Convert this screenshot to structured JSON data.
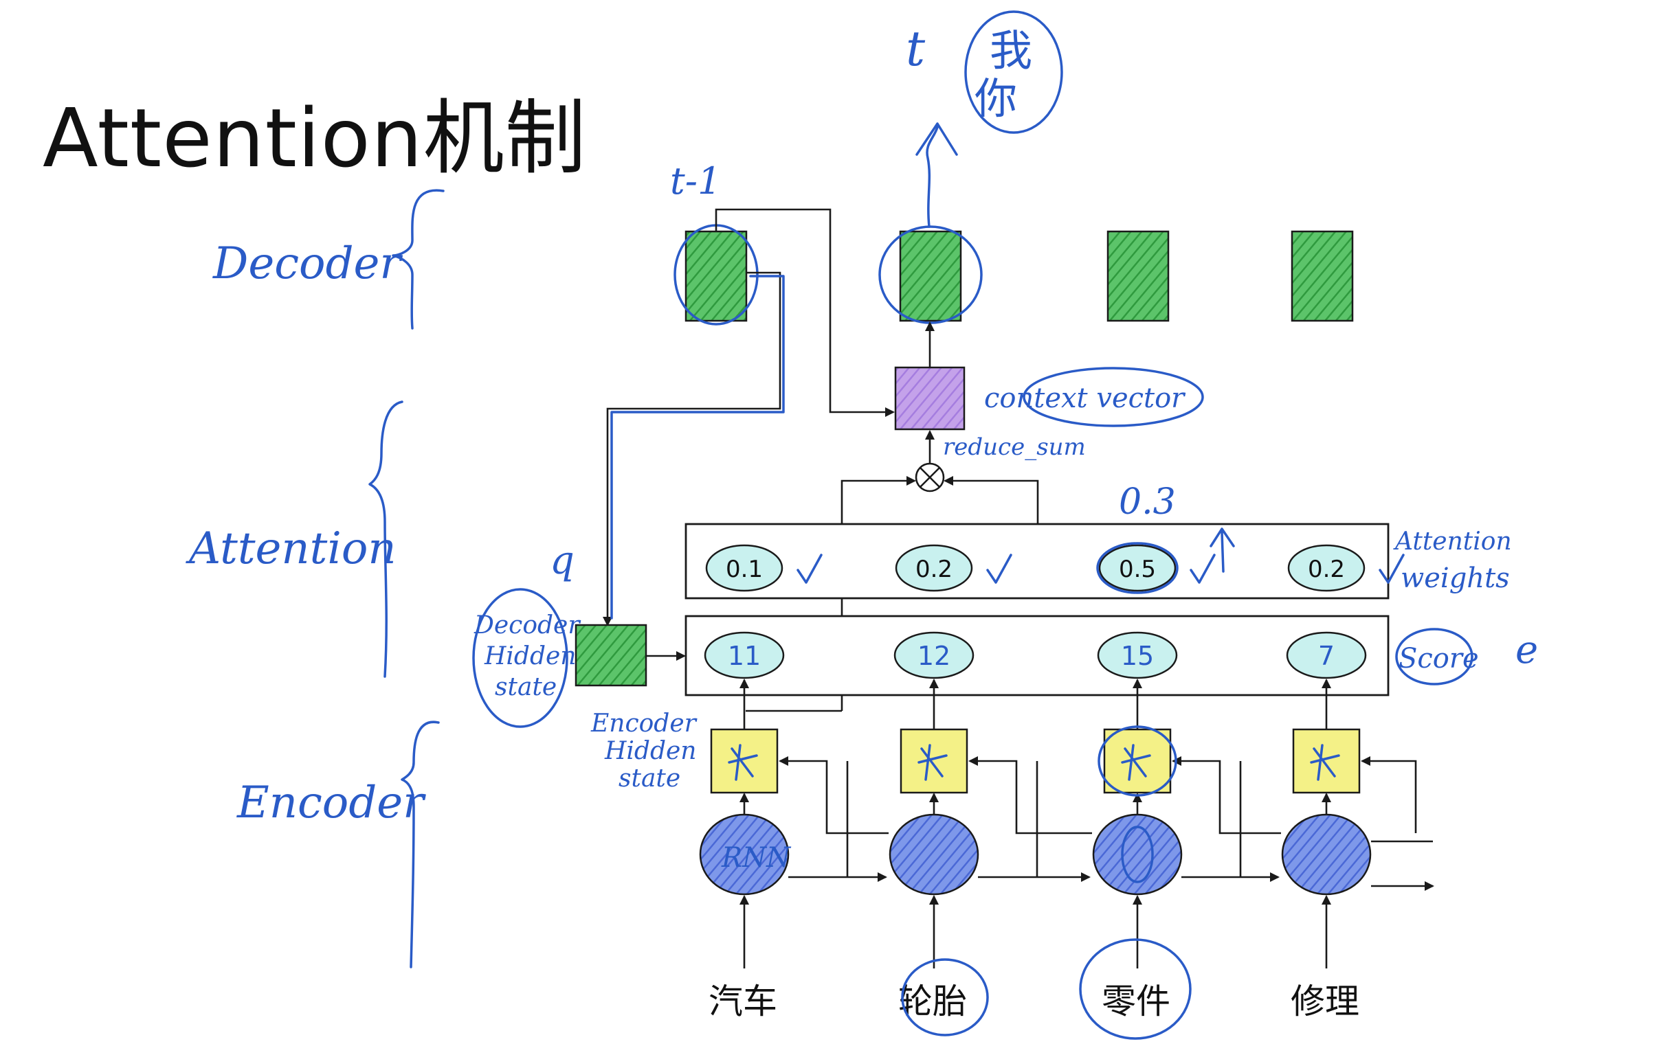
{
  "title": "Attention机制",
  "side_labels": {
    "decoder": "Decoder",
    "attention": "Attention",
    "encoder": "Encoder"
  },
  "annotations": {
    "t": "t",
    "t_minus_1": "t-1",
    "output_word_1": "我",
    "output_word_2": "你",
    "context_vector": "context vector",
    "reduce_sum": "reduce_sum",
    "attention_weights": "Attention weights",
    "score": "Score",
    "q": "q",
    "e": "e",
    "o3": "0.3",
    "rnn": "RNN",
    "decoder_hidden_state": [
      "Decoder",
      "Hidden",
      "state"
    ],
    "encoder_hidden_state": [
      "Encoder",
      "Hidden",
      "state"
    ]
  },
  "attention_weights": [
    "0.1",
    "0.2",
    "0.5",
    "0.2"
  ],
  "scores": [
    "11",
    "12",
    "15",
    "7"
  ],
  "input_words": [
    "汽车",
    "轮胎",
    "零件",
    "修理"
  ],
  "colors": {
    "decoder_green": "#43b552",
    "encoder_yellow": "#f4f187",
    "context_purple": "#b892e3",
    "rnn_blue": "#5f7fe0",
    "ellipse_cyan": "#c9f1ef",
    "ink_blue": "#2a5bc7"
  }
}
